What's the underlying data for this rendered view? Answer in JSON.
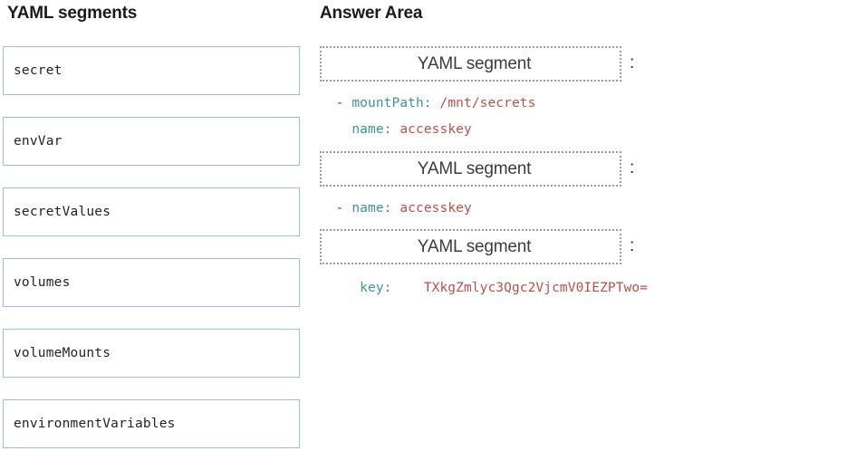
{
  "left_panel": {
    "heading": "YAML segments",
    "tiles": [
      {
        "label": "secret"
      },
      {
        "label": "envVar"
      },
      {
        "label": "secretValues"
      },
      {
        "label": "volumes"
      },
      {
        "label": "volumeMounts"
      },
      {
        "label": "environmentVariables"
      }
    ]
  },
  "answer_area": {
    "heading": "Answer Area",
    "dropzone_placeholder": "YAML segment",
    "colon": ":",
    "blocks": [
      {
        "dropzone_placeholder": "YAML segment",
        "colon": ":",
        "lines": [
          {
            "indent": "  ",
            "dash": "- ",
            "key": "mountPath:",
            "gap": " ",
            "value": "/mnt/secrets"
          },
          {
            "indent": "  ",
            "dash": "  ",
            "key": "name:",
            "gap": " ",
            "value": "accesskey"
          }
        ]
      },
      {
        "dropzone_placeholder": "YAML segment",
        "colon": ":",
        "lines": [
          {
            "indent": "  ",
            "dash": "- ",
            "key": "name:",
            "gap": " ",
            "value": "accesskey"
          }
        ]
      },
      {
        "dropzone_placeholder": "YAML segment",
        "colon": ":",
        "lines": [
          {
            "indent": "     ",
            "dash": "",
            "key": "key:",
            "gap": "    ",
            "value": "TXkgZmlyc3Qgc2VjcmV0IEZPTwo="
          }
        ]
      }
    ]
  },
  "colors": {
    "tile_border": "#9cbfdc",
    "dropzone_border": "#9a9a9a",
    "yaml_key": "#3d90a2",
    "yaml_value": "#b9504c",
    "heading_text": "#1b1b1b",
    "background": "#ffffff"
  }
}
